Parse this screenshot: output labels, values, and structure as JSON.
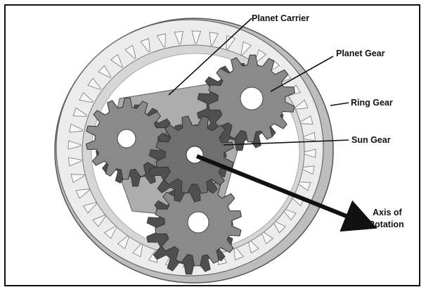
{
  "labels": {
    "planet_carrier": "Planet Carrier",
    "planet_gear": "Planet Gear",
    "ring_gear": "Ring Gear",
    "sun_gear": "Sun Gear",
    "axis_line1": "Axis of",
    "axis_line2": "Rotation"
  },
  "colors": {
    "ring_face": "#ececec",
    "ring_shadow": "#bdbdbd",
    "carrier": "#a9a9a9",
    "planet_gear": "#8a8a8a",
    "sun_gear": "#6f6f6f",
    "gear_side": "#4f4f4f",
    "hub": "#ffffff"
  },
  "icons": {
    "axis_arrow": "arrow-icon"
  }
}
